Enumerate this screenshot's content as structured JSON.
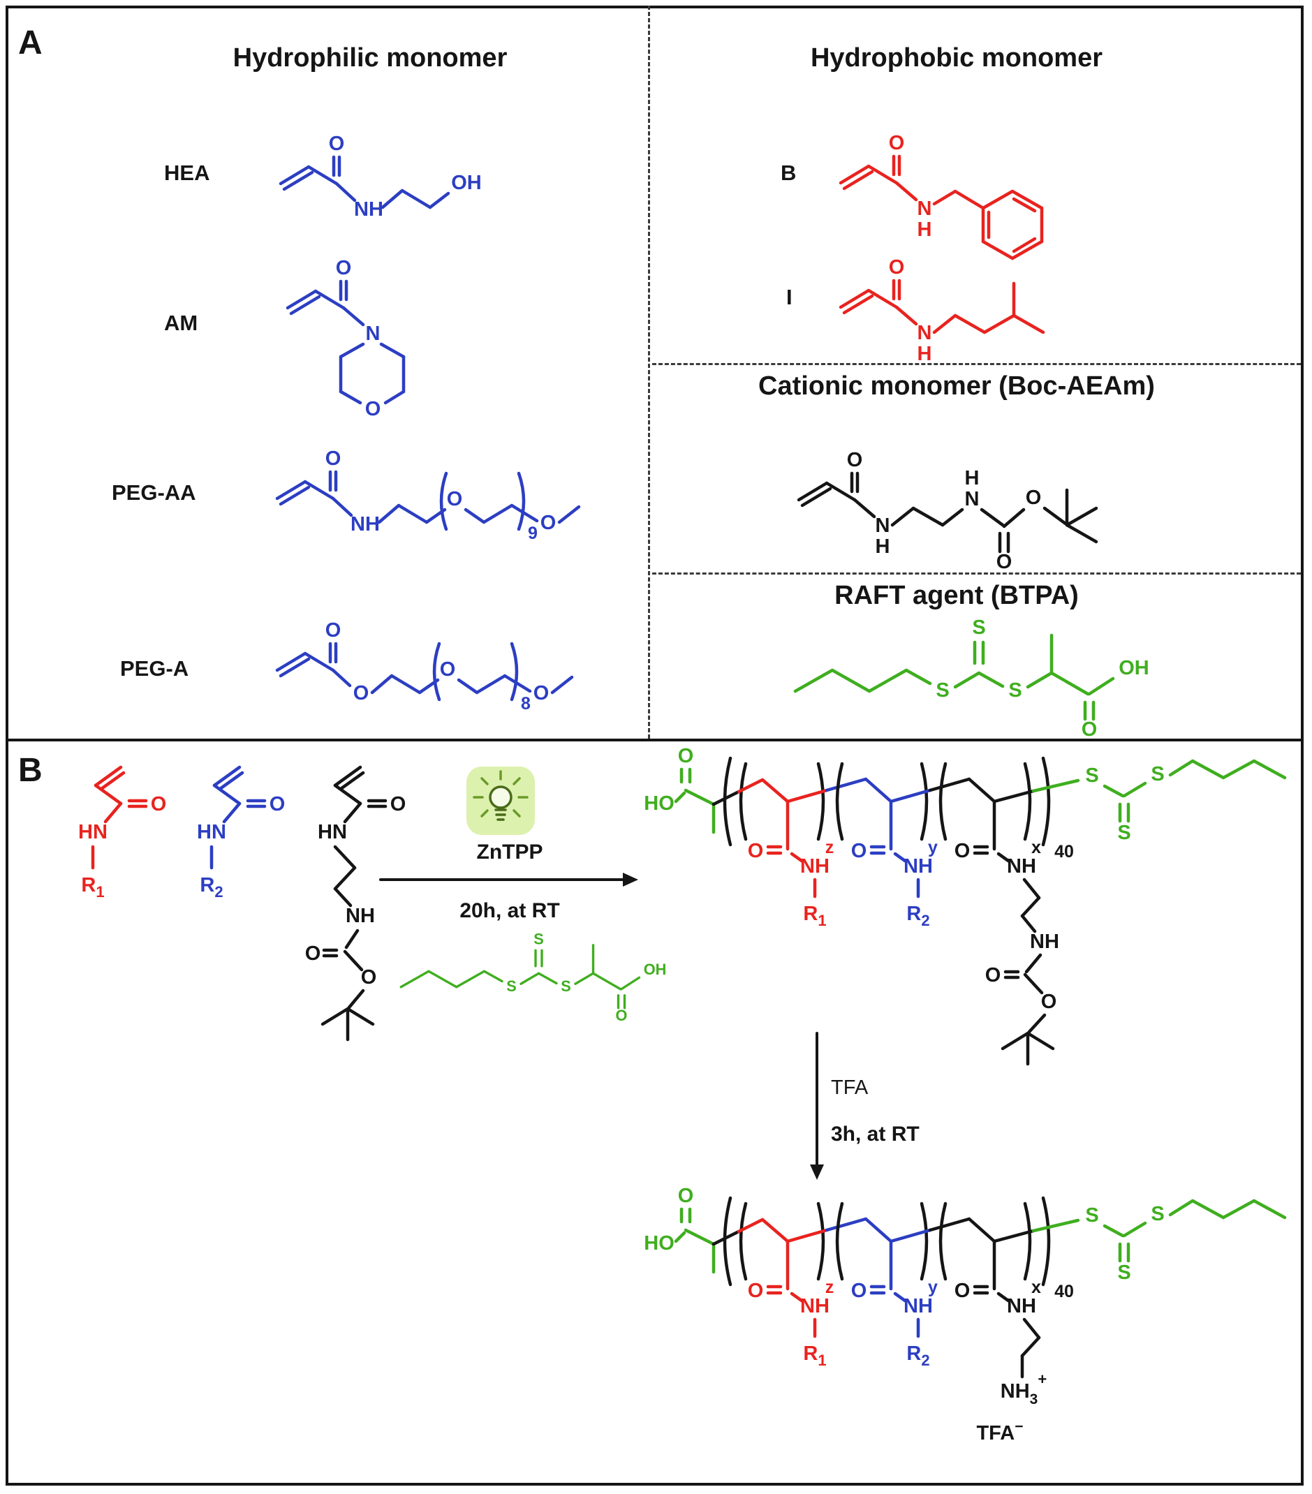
{
  "panels": {
    "a": "A",
    "b": "B"
  },
  "headings": {
    "hydrophilic": "Hydrophilic monomer",
    "hydrophobic": "Hydrophobic monomer",
    "cationic": "Cationic monomer (Boc-AEAm)",
    "raft": "RAFT agent (BTPA)"
  },
  "monomer_labels": {
    "hea": "HEA",
    "am": "AM",
    "peg_aa": "PEG-AA",
    "peg_a": "PEG-A",
    "b": "B",
    "i": "I"
  },
  "atoms": {
    "o": "O",
    "n": "N",
    "h": "H",
    "nh": "NH",
    "hn": "HN",
    "oh": "OH",
    "ho": "HO",
    "s": "S"
  },
  "subscripts": {
    "nine": "9",
    "eight": "8",
    "forty": "40",
    "z": "z",
    "y": "y",
    "x": "x",
    "three": "3"
  },
  "r_groups": {
    "r": "R",
    "one": "1",
    "two": "2"
  },
  "reaction": {
    "catalyst": "ZnTPP",
    "step1_time": "20h, at RT",
    "reagent2": "TFA",
    "step2_time": "3h, at RT",
    "counterion": "TFA",
    "plus": "+",
    "minus": "−"
  },
  "colors": {
    "hydrophilic_blue": "#2c3ec2",
    "hydrophobic_red": "#e8231f",
    "raft_green": "#3fae1f",
    "structure_black": "#151515"
  }
}
